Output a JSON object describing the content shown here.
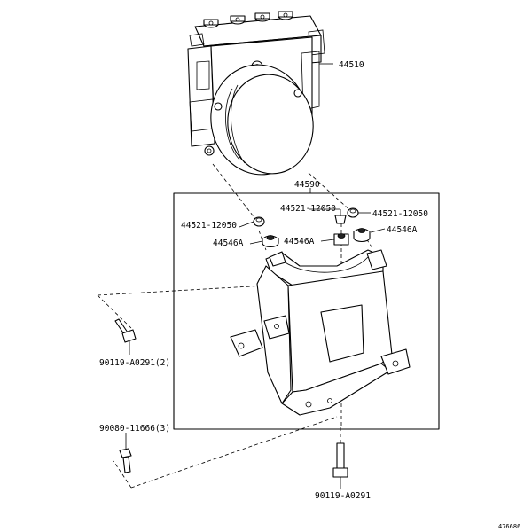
{
  "labels": {
    "actuator": "44510",
    "bracket": "44590",
    "cushion_left": "44521-12050",
    "cushion_mid": "44521-12050",
    "cushion_right": "44521-12050",
    "spacer_left": "44546A",
    "spacer_mid": "44546A",
    "spacer_right": "44546A",
    "bolt_left": "90119-A0291(2)",
    "bolt_lower_left": "90080-11666(3)",
    "bolt_bottom": "90119-A0291",
    "figure_id": "476686"
  }
}
